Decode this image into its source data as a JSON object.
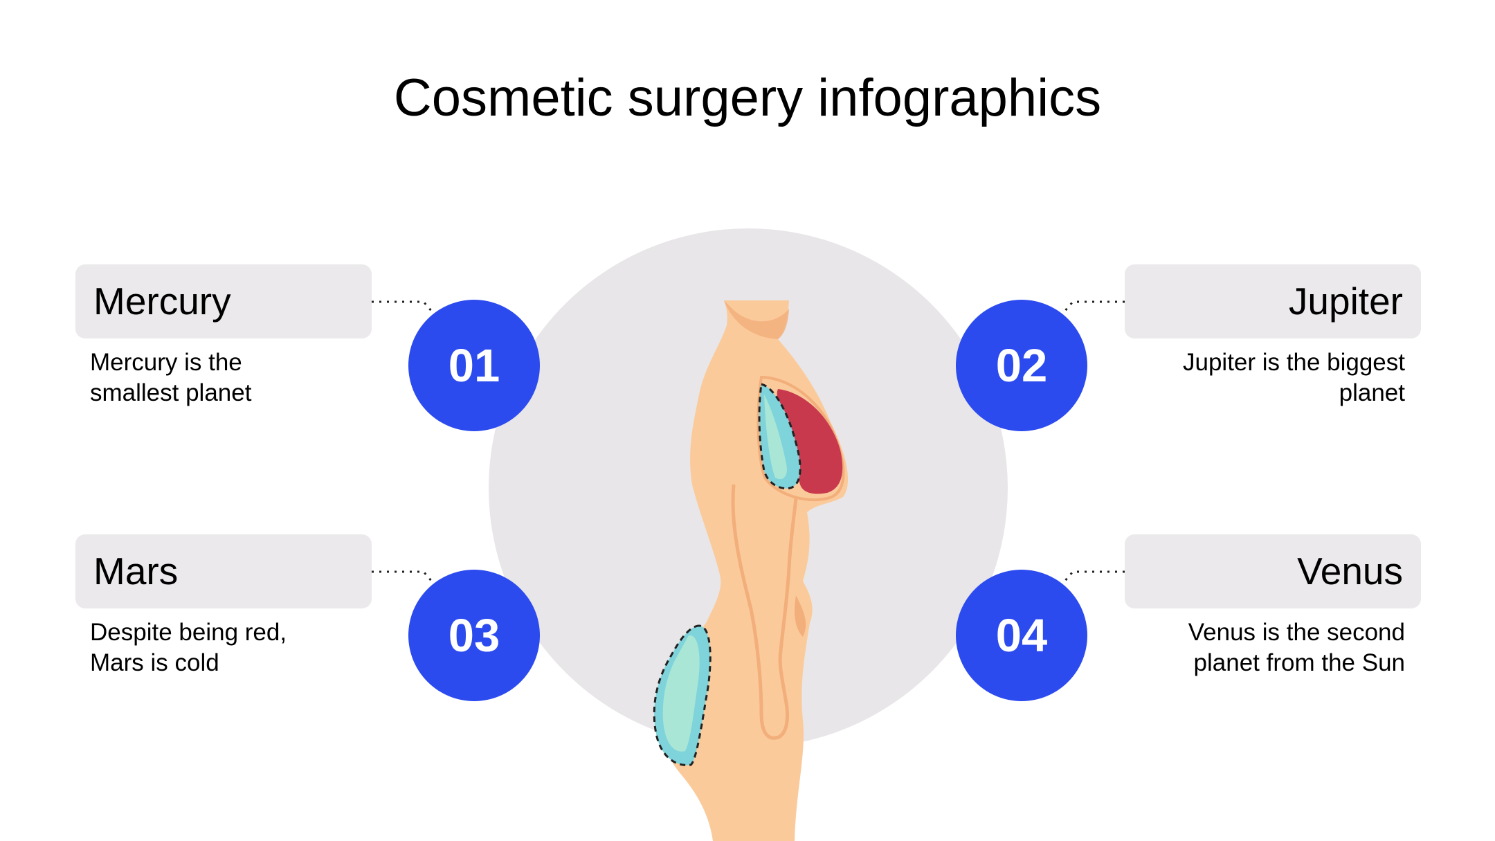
{
  "title": "Cosmetic surgery infographics",
  "colors": {
    "accent": "#2c4bef",
    "card_bg": "#ebe9eb",
    "circle_bg": "#e8e6e8",
    "skin": "#fbca9a",
    "skin_shadow": "#f2ae7b",
    "implant_fill": "#7fd3db",
    "implant_light": "#a9e6d6",
    "muscle": "#c8394e"
  },
  "items": [
    {
      "number": "01",
      "title": "Mercury",
      "description_line1": "Mercury is the",
      "description_line2": "smallest planet"
    },
    {
      "number": "02",
      "title": "Jupiter",
      "description_line1": "Jupiter is the biggest",
      "description_line2": "planet"
    },
    {
      "number": "03",
      "title": "Mars",
      "description_line1": "Despite being red,",
      "description_line2": "Mars is cold"
    },
    {
      "number": "04",
      "title": "Venus",
      "description_line1": "Venus is the second",
      "description_line2": "planet from the Sun"
    }
  ]
}
